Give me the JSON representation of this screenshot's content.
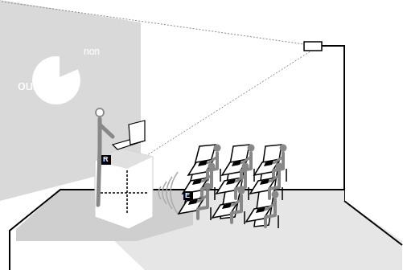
{
  "diagram": {
    "labels": [
      "oui",
      "non",
      "R",
      "E"
    ]
  }
}
